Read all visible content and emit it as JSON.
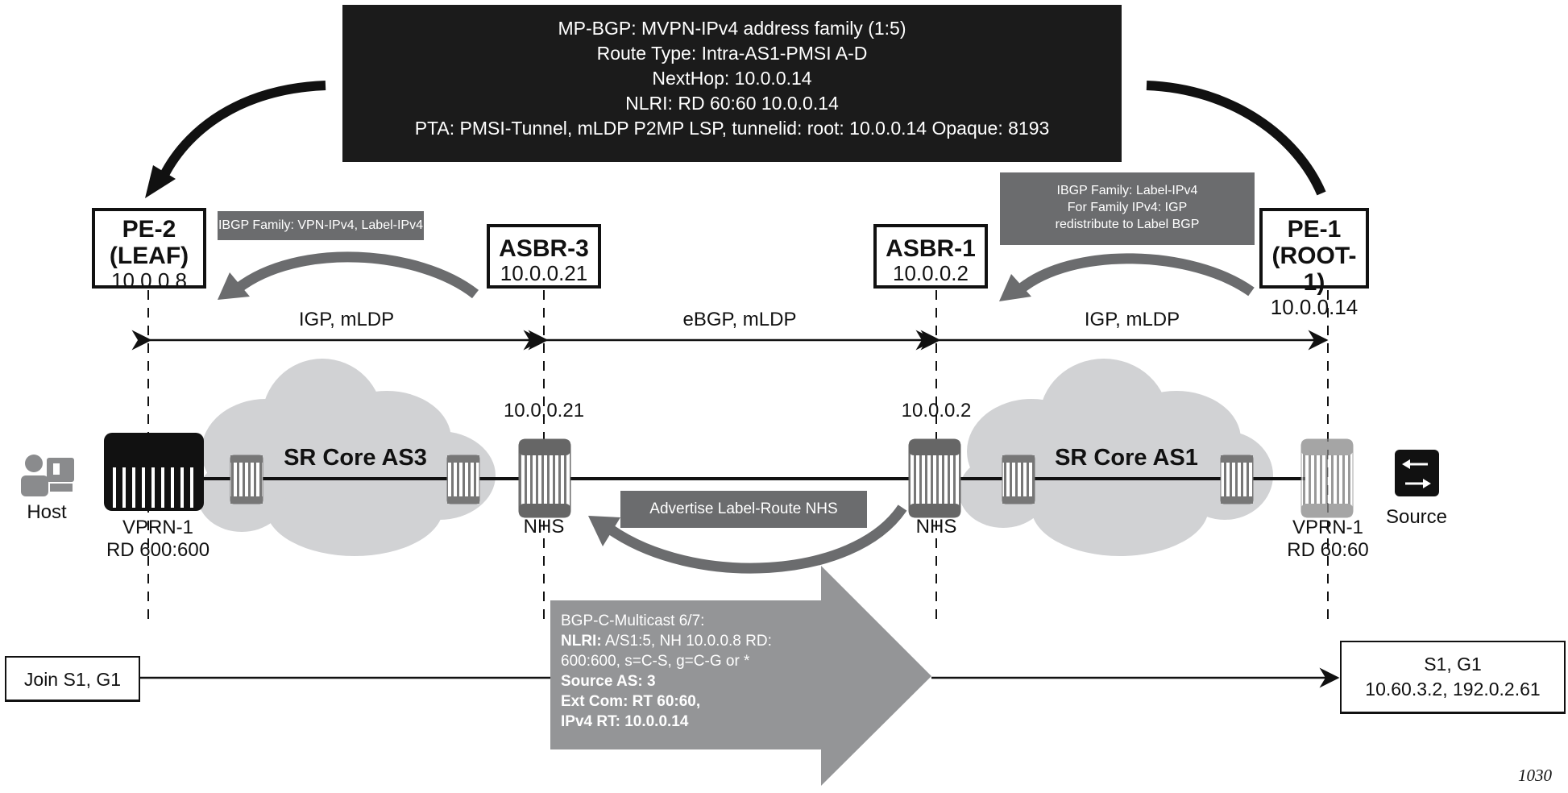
{
  "bgp_box": {
    "lines": [
      "MP-BGP: MVPN-IPv4 address family (1:5)",
      "Route Type: Intra-AS1-PMSI A-D",
      "NextHop: 10.0.0.14",
      "NLRI: RD 60:60 10.0.0.14",
      "PTA: PMSI-Tunnel, mLDP P2MP LSP, tunnelid: root: 10.0.0.14 Opaque: 8193"
    ]
  },
  "nodes": {
    "pe2": {
      "name1": "PE-2",
      "name2": "(LEAF)",
      "ip": "10.0.0.8"
    },
    "asbr3": {
      "name": "ASBR-3",
      "ip": "10.0.0.21"
    },
    "asbr1": {
      "name": "ASBR-1",
      "ip": "10.0.0.2"
    },
    "pe1": {
      "name1": "PE-1",
      "name2": "(ROOT-1)",
      "ip": "10.0.0.14"
    }
  },
  "ibgp_left": "IBGP Family: VPN-IPv4, Label-IPv4",
  "ibgp_right": [
    "IBGP Family: Label-IPv4",
    "For Family IPv4: IGP",
    "redistribute to Label BGP"
  ],
  "segments": [
    "IGP, mLDP",
    "eBGP, mLDP",
    "IGP, mLDP"
  ],
  "clouds": [
    "SR Core AS3",
    "SR Core AS1"
  ],
  "router_ips": [
    "10.0.0.21",
    "10.0.0.2"
  ],
  "nhs": [
    "NHS",
    "NHS"
  ],
  "advertise": "Advertise Label-Route NHS",
  "host": "Host",
  "source": "Source",
  "vprn_left": [
    "VPRN-1",
    "RD 600:600"
  ],
  "vprn_right": [
    "VPRN-1",
    "RD 60:60"
  ],
  "multicast": {
    "title": "BGP-C-Multicast 6/7:",
    "nlri_label": "NLRI:",
    "nlri_value": " A/S1:5, NH 10.0.0.8 RD:",
    "nlri_cont": "600:600, s=C-S, g=C-G or *",
    "source_as": "Source AS: 3",
    "ext_com": "Ext Com: RT 60:60,",
    "ipv4_rt": "IPv4 RT: 10.0.0.14"
  },
  "join": "Join S1, G1",
  "sg": [
    "S1, G1",
    "10.60.3.2, 192.0.2.61"
  ],
  "figure_number": "1030",
  "colors": {
    "dark": "#1b1b1b",
    "gray_label": "#6b6c6e",
    "cloud": "#d1d2d4",
    "big_arrow": "#949597"
  }
}
